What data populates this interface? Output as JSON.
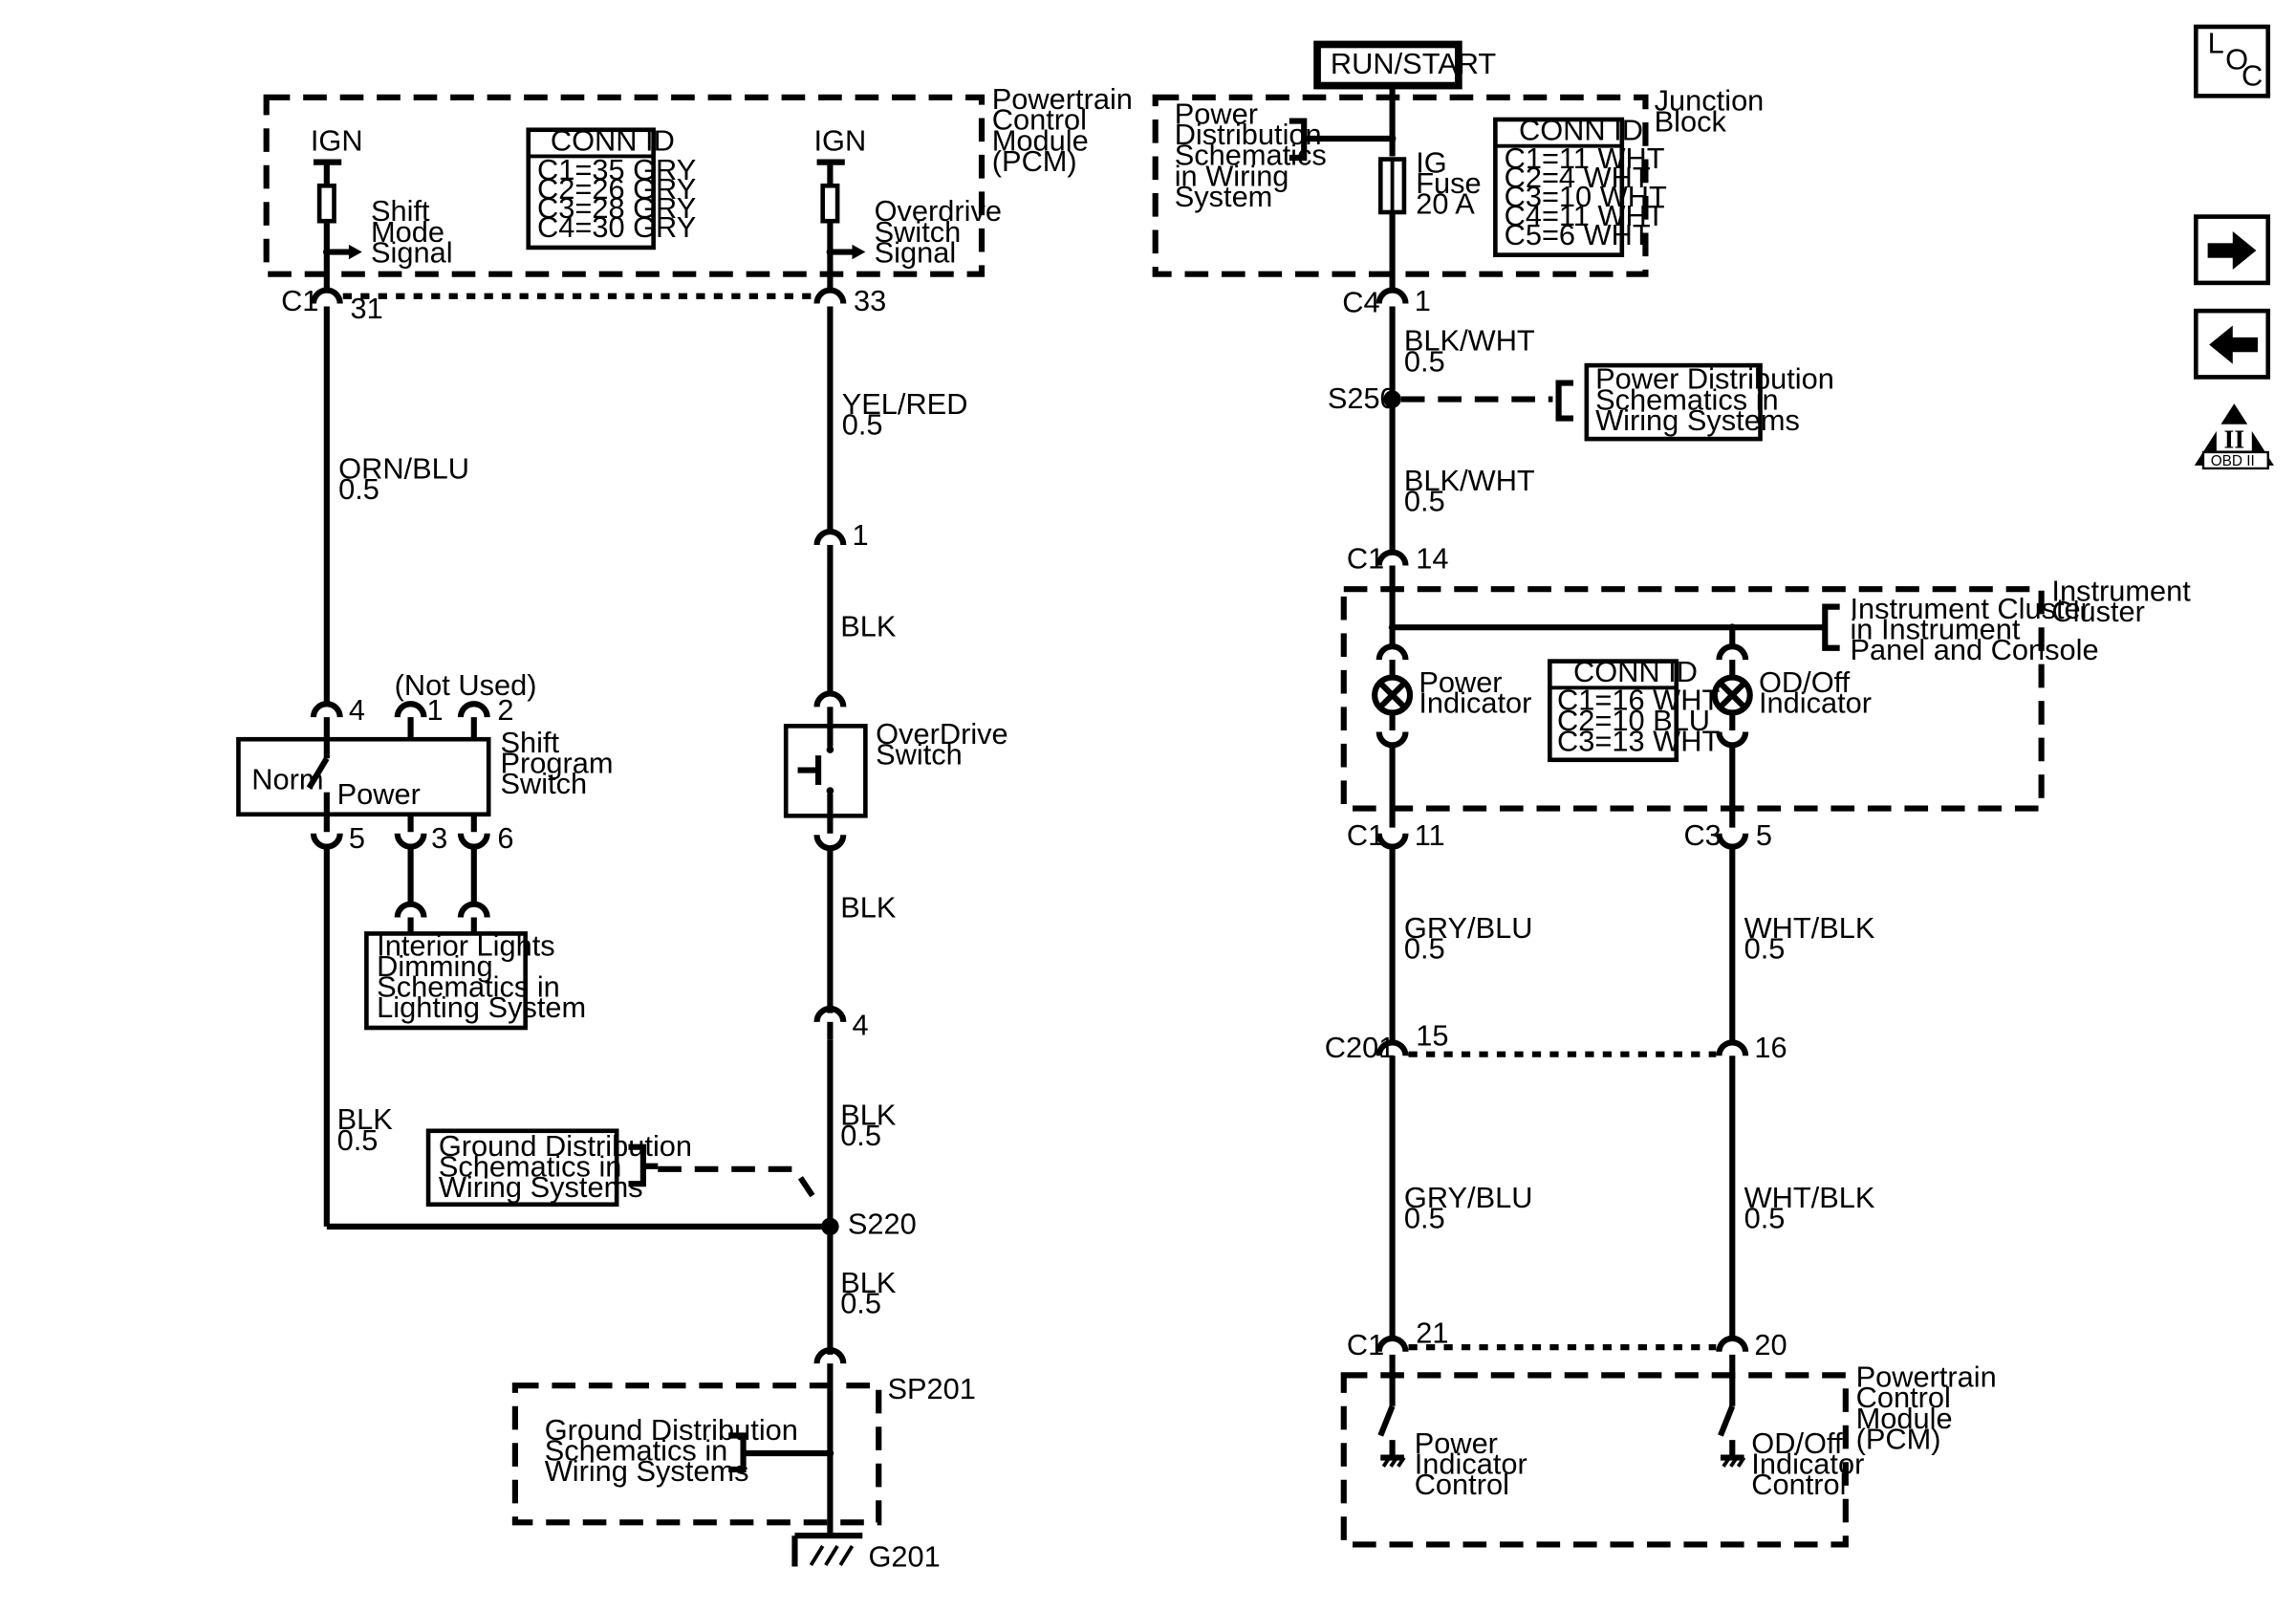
{
  "left": {
    "pcm_title": [
      "Powertrain",
      "Control",
      "Module",
      "(PCM)"
    ],
    "conn_id": {
      "header": "CONN ID",
      "lines": [
        "C1=35 GRY",
        "C2=26 GRY",
        "C3=28 GRY",
        "C4=30 GRY"
      ]
    },
    "ign_1": "IGN",
    "ign_2": "IGN",
    "shift_mode_signal": [
      "Shift",
      "Mode",
      "Signal"
    ],
    "overdrive_switch_signal": [
      "Overdrive",
      "Switch",
      "Signal"
    ],
    "c1_label": "C1",
    "pin_31": "31",
    "pin_33": "33",
    "wire_orn_blu": [
      "ORN/BLU",
      "0.5"
    ],
    "wire_yel_red": [
      "YEL/RED",
      "0.5"
    ],
    "pin_od_1": "1",
    "wire_blk_1": "BLK",
    "not_used": "(Not Used)",
    "sps_pins_top": [
      "4",
      "1",
      "2"
    ],
    "sps_pins_bottom": [
      "5",
      "3",
      "6"
    ],
    "sps_norm": "Norm",
    "sps_power": "Power",
    "shift_program_switch": [
      "Shift",
      "Program",
      "Switch"
    ],
    "overdrive_switch": [
      "OverDrive",
      "Switch"
    ],
    "wire_blk_2": "BLK",
    "interior_lights": [
      "Interior Lights",
      "Dimming",
      "Schematics in",
      "Lighting System"
    ],
    "pin_4": "4",
    "wire_blk_left": [
      "BLK",
      "0.5"
    ],
    "wire_blk_right": [
      "BLK",
      "0.5"
    ],
    "ground_dist_1": [
      "Ground Distribution",
      "Schematics in",
      "Wiring Systems"
    ],
    "s220": "S220",
    "wire_blk_bottom": [
      "BLK",
      "0.5"
    ],
    "sp201": "SP201",
    "ground_dist_2": [
      "Ground Distribution",
      "Schematics in",
      "Wiring Systems"
    ],
    "g201": "G201"
  },
  "right": {
    "run_start": "RUN/START",
    "power_dist": [
      "Power",
      "Distribution",
      "Schematics",
      "in Wiring",
      "System"
    ],
    "junction_block": [
      "Junction",
      "Block"
    ],
    "fuse_label": [
      "IG",
      "Fuse",
      "20 A"
    ],
    "conn_id_jb": {
      "header": "CONN ID",
      "lines": [
        "C1=11 WHT",
        "C2=4 WHT",
        "C3=10 WHT",
        "C4=11 WHT",
        "C5=6 WHT"
      ]
    },
    "c4_label": "C4",
    "pin_c4_1": "1",
    "wire_blk_wht_1": [
      "BLK/WHT",
      "0.5"
    ],
    "s250": "S250",
    "power_dist_2": [
      "Power Distribution",
      "Schematics in",
      "Wiring Systems"
    ],
    "wire_blk_wht_2": [
      "BLK/WHT",
      "0.5"
    ],
    "c1_14": [
      "C1",
      "14"
    ],
    "instrument_cluster_title": [
      "Instrument",
      "Cluster"
    ],
    "instrument_cluster_ref": [
      "Instrument Cluster",
      "in Instrument",
      "Panel and Console"
    ],
    "power_indicator": [
      "Power",
      "Indicator"
    ],
    "od_off_indicator": [
      "OD/Off",
      "Indicator"
    ],
    "conn_id_ic": {
      "header": "CONN ID",
      "lines": [
        "C1=16 WHT",
        "C2=10 BLU",
        "C3=13 WHT"
      ]
    },
    "c1_11": [
      "C1",
      "11"
    ],
    "c3_5": [
      "C3",
      "5"
    ],
    "wire_gry_blu_1": [
      "GRY/BLU",
      "0.5"
    ],
    "wire_wht_blk_1": [
      "WHT/BLK",
      "0.5"
    ],
    "c201": "C201",
    "pin_15": "15",
    "pin_16": "16",
    "wire_gry_blu_2": [
      "GRY/BLU",
      "0.5"
    ],
    "wire_wht_blk_2": [
      "WHT/BLK",
      "0.5"
    ],
    "c1_21": [
      "C1",
      "21"
    ],
    "pin_20": "20",
    "pcm_title": [
      "Powertrain",
      "Control",
      "Module",
      "(PCM)"
    ],
    "power_indicator_control": [
      "Power",
      "Indicator",
      "Control"
    ],
    "od_off_indicator_control": [
      "OD/Off",
      "Indicator",
      "Control"
    ]
  },
  "nav": {
    "loc_letters": [
      "L",
      "O",
      "C"
    ],
    "next_icon": "arrow-right-icon",
    "prev_icon": "arrow-left-icon",
    "obd_roman": "II",
    "obd_label": "OBD II"
  }
}
